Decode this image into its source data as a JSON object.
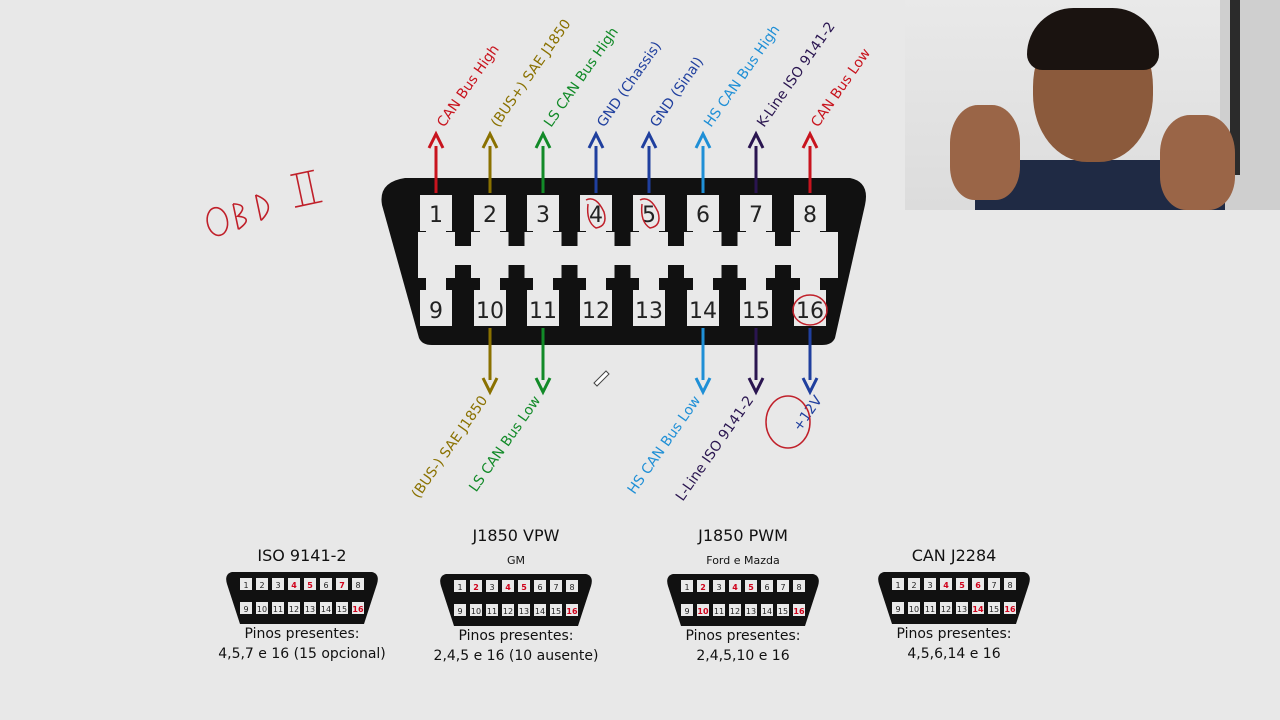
{
  "handwritten_label": "OBD II",
  "connector": {
    "top_pins": [
      "1",
      "2",
      "3",
      "4",
      "5",
      "6",
      "7",
      "8"
    ],
    "bottom_pins": [
      "9",
      "10",
      "11",
      "12",
      "13",
      "14",
      "15",
      "16"
    ]
  },
  "top_signals": [
    {
      "text": "CAN Bus High",
      "color": "#c8141e"
    },
    {
      "text": "(BUS+) SAE J1850",
      "color": "#8a7100"
    },
    {
      "text": "LS CAN Bus High",
      "color": "#128a28"
    },
    {
      "text": "GND (Chassis)",
      "color": "#1f3f9e"
    },
    {
      "text": "GND (Sinal)",
      "color": "#1f3f9e"
    },
    {
      "text": "HS CAN Bus High",
      "color": "#1f8fd6"
    },
    {
      "text": "K-Line ISO 9141-2",
      "color": "#2a1550"
    },
    {
      "text": "CAN Bus Low",
      "color": "#c8141e"
    }
  ],
  "bottom_signals": [
    {
      "text": "(BUS-) SAE J1850",
      "color": "#8a7100"
    },
    {
      "text": "LS CAN Bus Low",
      "color": "#128a28"
    },
    {
      "text": "HS CAN Bus Low",
      "color": "#1f8fd6"
    },
    {
      "text": "L-Line ISO 9141-2",
      "color": "#2a1550"
    },
    {
      "text": "+12V",
      "color": "#1f3f9e"
    }
  ],
  "protocols": [
    {
      "title": "ISO 9141-2",
      "subtitle": "",
      "present_label": "Pinos presentes:",
      "pins_text": "4,5,7 e 16 (15 opcional)",
      "highlight": [
        4,
        5,
        7,
        16
      ]
    },
    {
      "title": "J1850 VPW",
      "subtitle": "GM",
      "present_label": "Pinos presentes:",
      "pins_text": "2,4,5 e 16 (10 ausente)",
      "highlight": [
        2,
        4,
        5,
        16
      ]
    },
    {
      "title": "J1850 PWM",
      "subtitle": "Ford e Mazda",
      "present_label": "Pinos presentes:",
      "pins_text": "2,4,5,10 e 16",
      "highlight": [
        2,
        4,
        5,
        10,
        16
      ]
    },
    {
      "title": "CAN J2284",
      "subtitle": "",
      "present_label": "Pinos presentes:",
      "pins_text": "4,5,6,14 e 16",
      "highlight": [
        4,
        5,
        6,
        14,
        16
      ]
    }
  ],
  "colors": {
    "connector": "#111111",
    "pin_face": "#e9e9e9",
    "highlight_pin": "#d0021b",
    "annotation_red": "#c0202a"
  }
}
